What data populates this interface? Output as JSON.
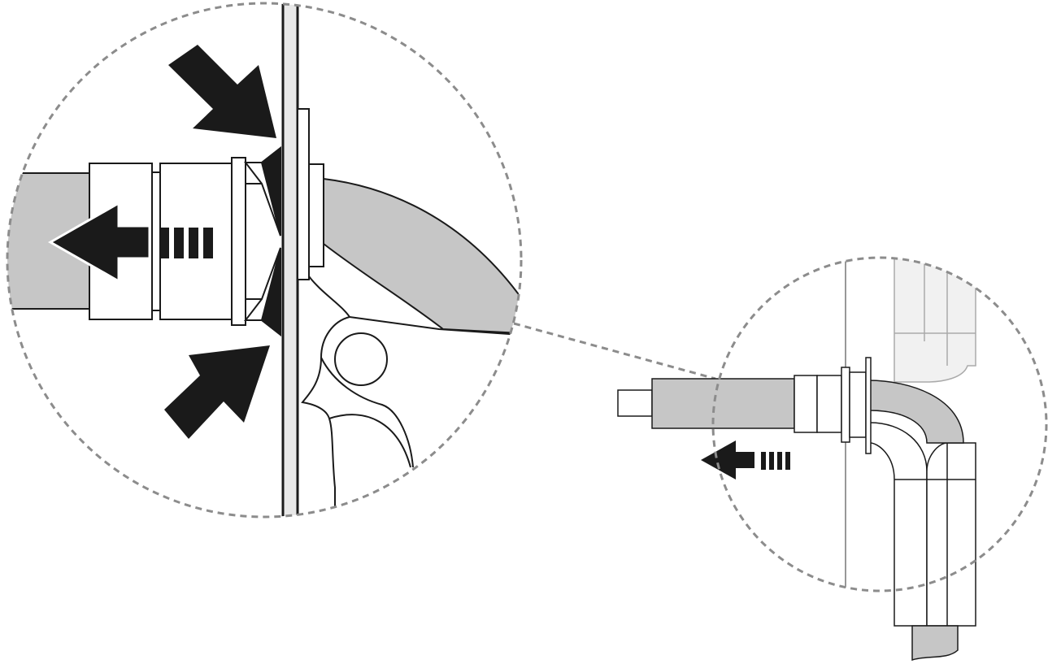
{
  "diagram": {
    "kind": "installation-illustration",
    "labels": [],
    "colors": {
      "background": "#ffffff",
      "outline": "#1a1a1a",
      "duct_gray": "#c6c6c6",
      "pipe_light": "#ececec",
      "dashed_circle": "#8c8c8c",
      "arrow": "#1a1a1a"
    },
    "elements": [
      {
        "name": "detail-magnifier-circle",
        "style": "dashed"
      },
      {
        "name": "overview-magnifier-circle",
        "style": "dashed"
      },
      {
        "name": "wall-panel"
      },
      {
        "name": "exhaust-duct"
      },
      {
        "name": "duct-adapter"
      },
      {
        "name": "elbow-pipe"
      },
      {
        "name": "press-arrow-upper"
      },
      {
        "name": "press-arrow-lower"
      },
      {
        "name": "pull-arrow"
      }
    ]
  }
}
